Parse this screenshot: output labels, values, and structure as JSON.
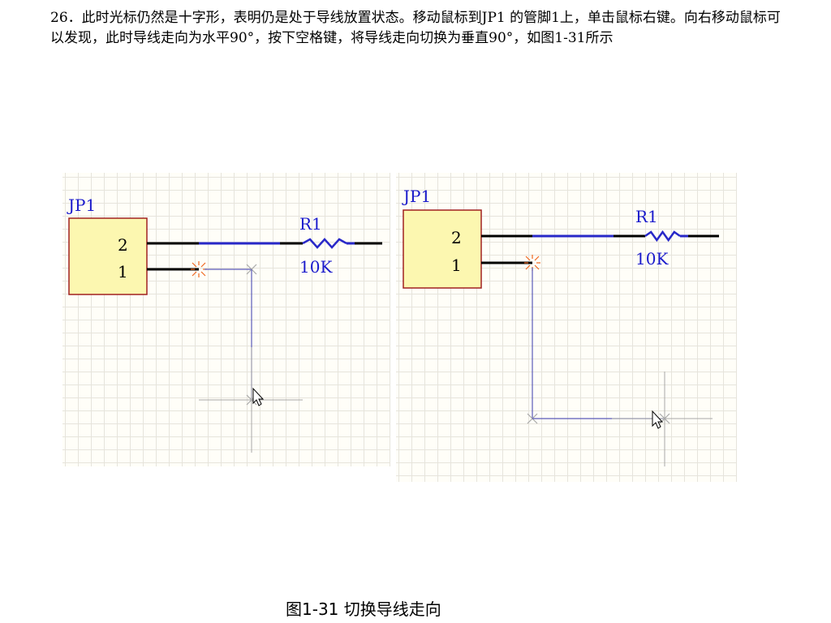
{
  "instruction": {
    "text": "26．此时光标仍然是十字形，表明仍是处于导线放置状态。移动鼠标到JP1 的管脚1上，单击鼠标右键。向右移动鼠标可以发现，此时导线走向为水平90°，按下空格键，将导线走向切换为垂直90°，如图1-31所示"
  },
  "schematic": {
    "connector_label": "JP1",
    "pin_top": "2",
    "pin_bottom": "1",
    "resistor_label": "R1",
    "resistor_value": "10K"
  },
  "colors": {
    "component_fill": "#fcf7b0",
    "component_border": "#a02020",
    "label_blue": "#1a1acc",
    "wire_blue": "#2828c8",
    "pin_black": "#000000",
    "cross_marker": "#f06820",
    "guide_gray": "#a8a8a8",
    "placing_wire": "#5a5ab8"
  },
  "caption": {
    "text": "图1-31 切换导线走向"
  }
}
